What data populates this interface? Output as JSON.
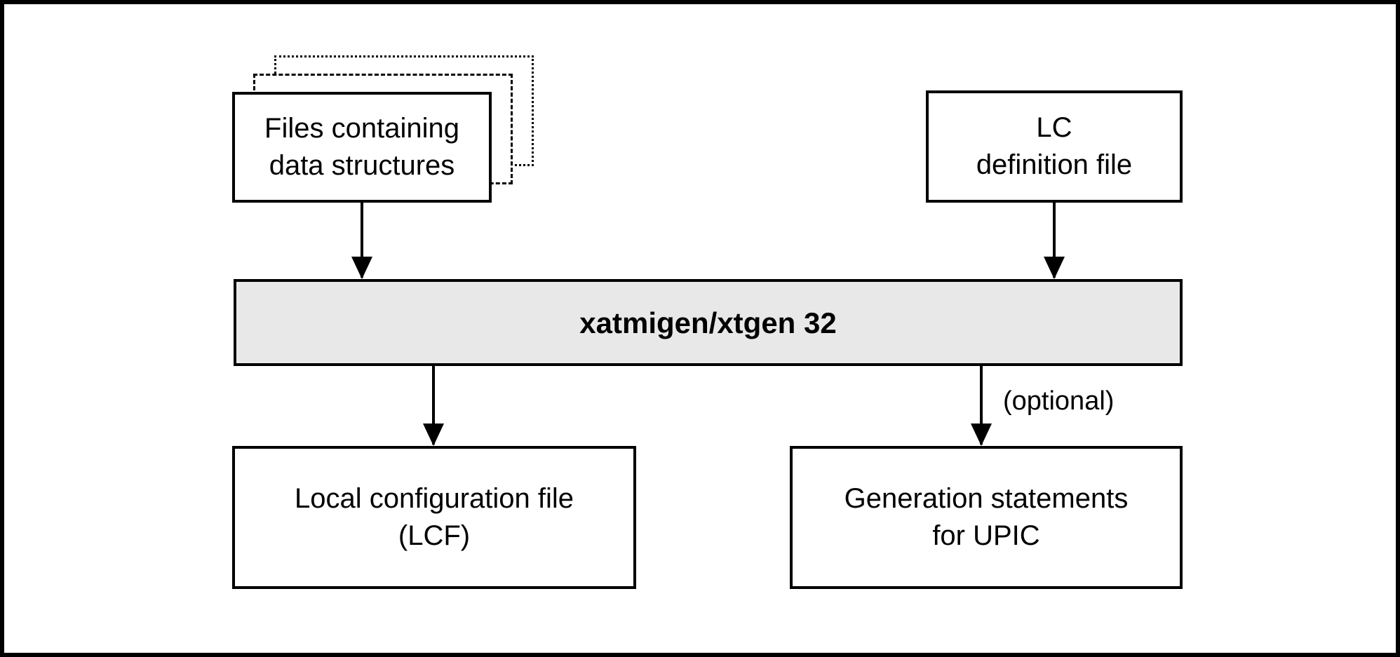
{
  "nodes": {
    "files": {
      "line1": "Files containing",
      "line2": "data structures"
    },
    "lc": {
      "line1": "LC",
      "line2": "definition file"
    },
    "process": {
      "label": "xatmigen/xtgen 32"
    },
    "lcf": {
      "line1": "Local configuration file",
      "line2": "(LCF)"
    },
    "upic": {
      "line1": "Generation statements",
      "line2": "for UPIC"
    }
  },
  "labels": {
    "optional": "(optional)"
  },
  "colors": {
    "process_fill": "#e8e8e8",
    "line": "#000000",
    "background": "#ffffff"
  }
}
